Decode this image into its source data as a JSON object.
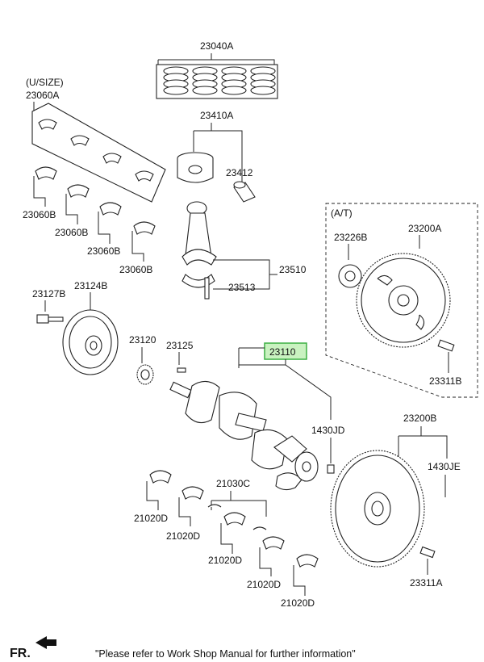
{
  "labels": {
    "piston_ring_set": "23040A",
    "undersize": "(U/SIZE)",
    "bearing_set_upper": "23060A",
    "piston": "23410A",
    "piston_pin": "23412",
    "bearing_b1": "23060B",
    "bearing_b2": "23060B",
    "bearing_b3": "23060B",
    "bearing_b4": "23060B",
    "auto_trans": "(A/T)",
    "drive_plate_adapter": "23226B",
    "drive_plate": "23200A",
    "conn_rod": "23510",
    "rod_bolt": "23513",
    "pulley_bolt": "23127B",
    "damper_pulley": "23124B",
    "sprocket": "23120",
    "key": "23125",
    "crankshaft": "23110",
    "dowel": "1430JD",
    "drive_plate_bolt": "23311B",
    "flywheel": "23200B",
    "flywheel_pin": "1430JE",
    "thrust_bearing": "21030C",
    "main_bearing_1": "21020D",
    "main_bearing_2": "21020D",
    "main_bearing_3": "21020D",
    "main_bearing_4": "21020D",
    "main_bearing_5": "21020D",
    "flywheel_bolt": "23311A"
  },
  "footer": {
    "direction": "FR.",
    "note": "\"Please refer to Work Shop Manual for further information\""
  },
  "colors": {
    "highlight_fill": "#c9f2c0",
    "highlight_border": "#3cb043",
    "line": "#222222"
  },
  "icons": {
    "direction_arrow": "front-arrow-icon"
  }
}
